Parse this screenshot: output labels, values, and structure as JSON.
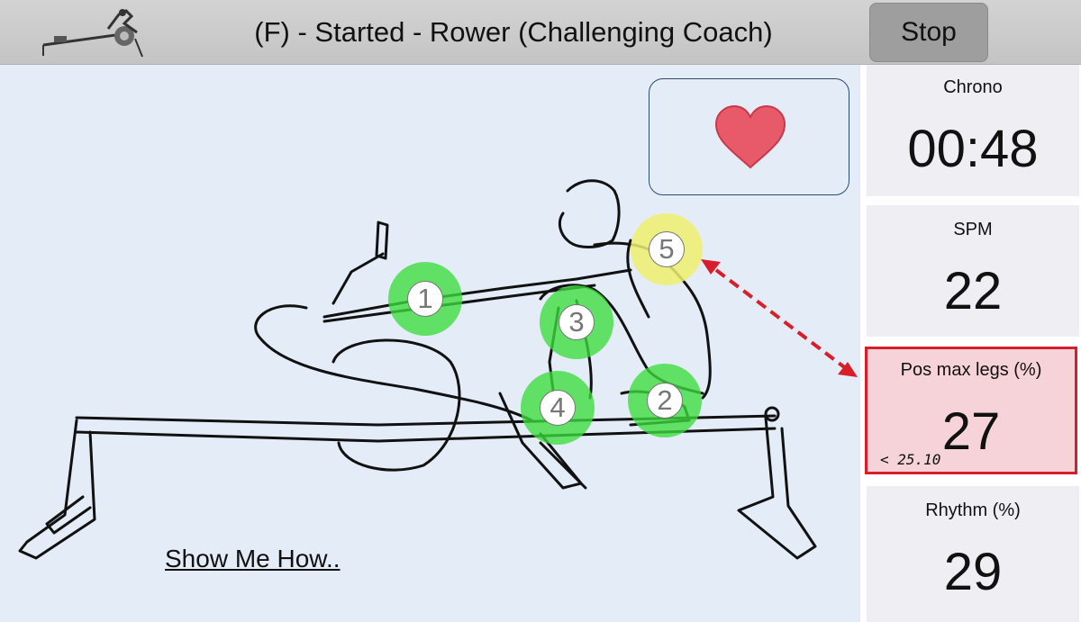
{
  "header": {
    "logo_icon": "rowing-machine-icon",
    "title": "(F) - Started - Rower (Challenging Coach)",
    "stop_label": "Stop"
  },
  "canvas": {
    "heart_icon": "heart-icon",
    "markers": [
      {
        "label": "1",
        "state": "green"
      },
      {
        "label": "2",
        "state": "green"
      },
      {
        "label": "3",
        "state": "green"
      },
      {
        "label": "4",
        "state": "green"
      },
      {
        "label": "5",
        "state": "yellow"
      }
    ],
    "show_me_how": "Show Me How.."
  },
  "metrics": {
    "chrono": {
      "label": "Chrono",
      "value": "00:48"
    },
    "spm": {
      "label": "SPM",
      "value": "22"
    },
    "pos_max_legs": {
      "label": "Pos max legs (%)",
      "value": "27",
      "threshold": "< 25.10"
    },
    "rhythm": {
      "label": "Rhythm (%)",
      "value": "29"
    }
  },
  "colors": {
    "canvas_bg": "#e4ecf8",
    "marker_green": "#3cdc3c",
    "marker_yellow": "#f0f06e",
    "alert_border": "#d81e2a",
    "alert_bg": "#f5d3d8",
    "heart": "#e85a6a"
  }
}
